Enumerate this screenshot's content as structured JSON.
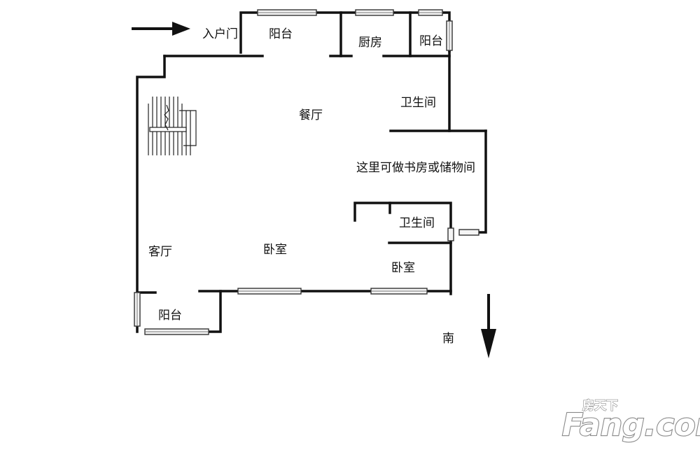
{
  "rooms": {
    "entry_door": "入户门",
    "balcony_top": "阳台",
    "kitchen": "厨房",
    "balcony_right": "阳台",
    "dining": "餐厅",
    "bathroom_1": "卫生间",
    "study_note": "这里可做书房或储物间",
    "bathroom_2": "卫生间",
    "living": "客厅",
    "bedroom_1": "卧室",
    "bedroom_2": "卧室",
    "balcony_bottom": "阳台"
  },
  "compass": {
    "south": "南"
  },
  "watermark": {
    "brand_cn": "房天下",
    "brand_en": "Fang.com"
  }
}
